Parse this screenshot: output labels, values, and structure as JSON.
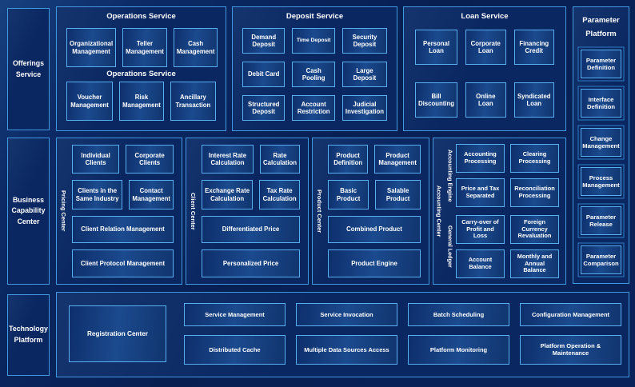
{
  "sidebar": {
    "offerings": "Offerings Service",
    "business_capability": "Business Capability Center",
    "technology": "Technology Platform"
  },
  "top": {
    "operations": {
      "title": "Operations Service",
      "mid_label": "Operations Service",
      "row1": [
        "Organizational Management",
        "Teller Management",
        "Cash Management"
      ],
      "row2": [
        "Voucher Management",
        "Risk Management",
        "Ancillary Transaction"
      ]
    },
    "deposit": {
      "title": "Deposit Service",
      "items": [
        "Demand Deposit",
        "Time Deposit",
        "Security Deposit",
        "Debit Card",
        "Cash Pooling",
        "Large Deposit",
        "Structured Deposit",
        "Account Restriction",
        "Judicial Investigation"
      ]
    },
    "loan": {
      "title": "Loan Service",
      "items": [
        "Personal Loan",
        "Corporate Loan",
        "Financing Credit",
        "Bill Discounting",
        "Online Loan",
        "Syndicated Loan"
      ]
    }
  },
  "parameter_platform": {
    "title": "Parameter Platform",
    "items": [
      "Parameter Definition",
      "Interface Definition",
      "Change Management",
      "Process Management",
      "Parameter Release",
      "Parameter Comparison"
    ]
  },
  "middle": {
    "pricing_center": {
      "label": "Pricing Center",
      "small": [
        "Individual Clients",
        "Corporate Clients",
        "Clients in the Same Industry",
        "Contact Management"
      ],
      "wide": [
        "Client Relation Management",
        "Client Protocol Management"
      ]
    },
    "client_center": {
      "label": "Client Center",
      "small": [
        "Interest Rate Calculation",
        "Rate Calculation",
        "Exchange Rate Calculation",
        "Tax Rate Calculation"
      ],
      "wide": [
        "Differentiated Price",
        "Personalized Price"
      ]
    },
    "product_center": {
      "label": "Product Center",
      "small": [
        "Product Definition",
        "Product Management",
        "Basic Product",
        "Salable Product"
      ],
      "wide": [
        "Combined Product",
        "Product Engine"
      ]
    },
    "accounting_center": {
      "label": "Accounting Center",
      "groups": [
        {
          "label": "Accounting Engine",
          "items": [
            "Accounting Processing",
            "Clearing Processing",
            "Price and Tax Separated",
            "Reconciliation Processing"
          ]
        },
        {
          "label": "General Ledger",
          "items": [
            "Carry-over of Profit and Loss",
            "Foreign Currency Revaluation",
            "Account Balance",
            "Monthly and Annual Balance"
          ]
        }
      ]
    }
  },
  "technology_panel": {
    "registration": "Registration Center",
    "row1": [
      "Service Management",
      "Service Invocation",
      "Batch Scheduling",
      "Configuration Management"
    ],
    "row2": [
      "Distributed Cache",
      "Multiple Data Sources Access",
      "Platform Monitoring",
      "Platform Operation & Maintenance"
    ]
  },
  "colors": {
    "background": "#081f52",
    "panel_fill": "#0a2761",
    "panel_border": "#3f9adf",
    "box_border": "#57b0ef",
    "box_fill": "#1b4a8e",
    "text": "#ffffff"
  }
}
